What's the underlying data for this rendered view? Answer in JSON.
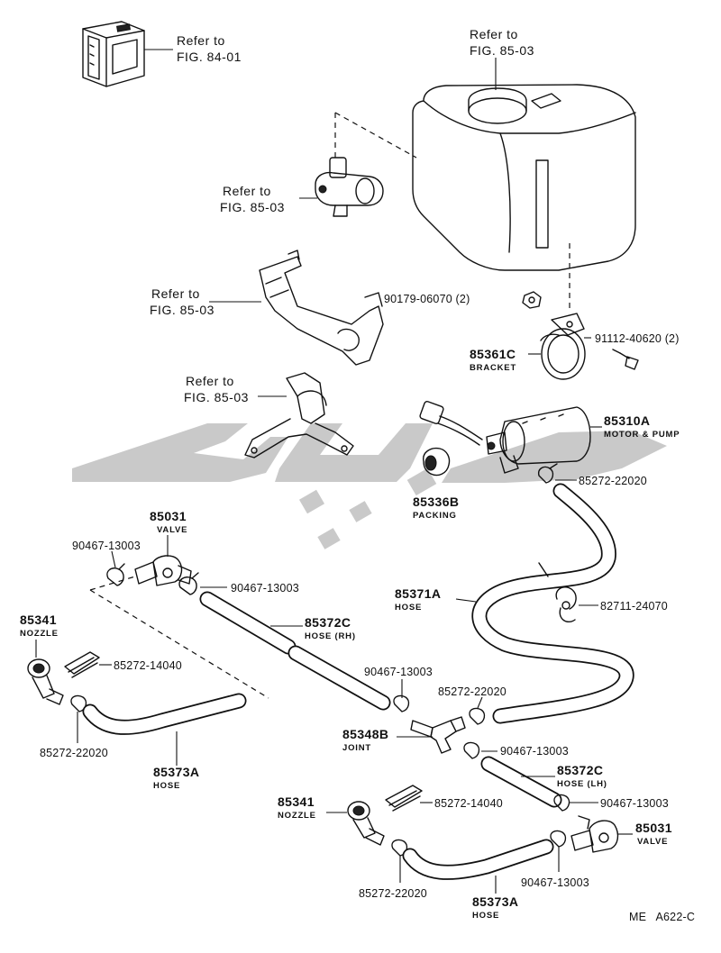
{
  "diagram": {
    "refs": {
      "ref_84_01": [
        "Refer to",
        "FIG. 84-01"
      ],
      "ref_tank": [
        "Refer to",
        "FIG. 85-03"
      ],
      "ref_pump": [
        "Refer to",
        "FIG. 85-03"
      ],
      "ref_bracket_a": [
        "Refer to",
        "FIG. 85-03"
      ],
      "ref_bracket_b": [
        "Refer to",
        "FIG. 85-03"
      ]
    },
    "parts": {
      "p_90179": "90179-06070 (2)",
      "p_91112": "91112-40620 (2)",
      "p_85361c": "85361C",
      "p_85361c_sub": "BRACKET",
      "p_85310a": "85310A",
      "p_85310a_sub": "MOTOR & PUMP",
      "p_85272_22020_a": "85272-22020",
      "p_85336b": "85336B",
      "p_85336b_sub": "PACKING",
      "p_85031_a": "85031",
      "p_85031_a_sub": "VALVE",
      "p_90467_a": "90467-13003",
      "p_90467_b": "90467-13003",
      "p_85371a": "85371A",
      "p_85371a_sub": "HOSE",
      "p_82711": "82711-24070",
      "p_85341_a": "85341",
      "p_85341_a_sub": "NOZZLE",
      "p_85372c_rh": "85372C",
      "p_85372c_rh_sub": "HOSE (RH)",
      "p_85272_14040_a": "85272-14040",
      "p_90467_c": "90467-13003",
      "p_85272_22020_b": "85272-22020",
      "p_85272_22020_c": "85272-22020",
      "p_85373a_a": "85373A",
      "p_85373a_a_sub": "HOSE",
      "p_85348b": "85348B",
      "p_85348b_sub": "JOINT",
      "p_90467_d": "90467-13003",
      "p_85372c_lh": "85372C",
      "p_85372c_lh_sub": "HOSE (LH)",
      "p_90467_e": "90467-13003",
      "p_85341_b": "85341",
      "p_85341_b_sub": "NOZZLE",
      "p_85272_14040_b": "85272-14040",
      "p_85031_b": "85031",
      "p_85031_b_sub": "VALVE",
      "p_90467_f": "90467-13003",
      "p_85272_22020_d": "85272-22020",
      "p_85373a_b": "85373A",
      "p_85373a_b_sub": "HOSE"
    },
    "code": "ME   A622-C"
  }
}
